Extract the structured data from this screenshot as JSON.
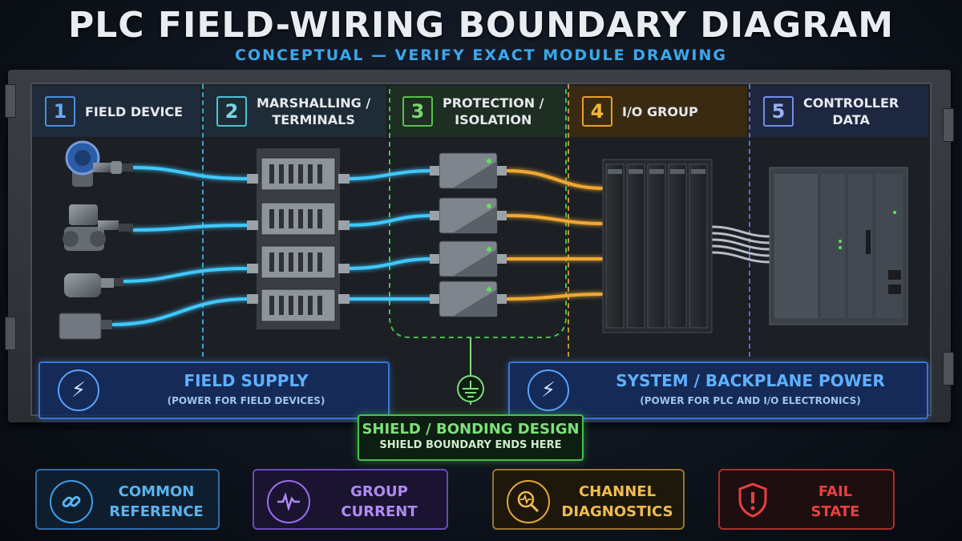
{
  "title": "PLC FIELD-WIRING BOUNDARY DIAGRAM",
  "subtitle": "CONCEPTUAL — VERIFY EXACT MODULE DRAWING",
  "zones": [
    {
      "num": "1",
      "label": "FIELD DEVICE",
      "color": "#4a8fe0"
    },
    {
      "num": "2",
      "label": "MARSHALLING /\nTERMINALS",
      "color": "#4ec0d8"
    },
    {
      "num": "3",
      "label": "PROTECTION /\nISOLATION",
      "color": "#55c04c"
    },
    {
      "num": "4",
      "label": "I/O GROUP",
      "color": "#e8a028"
    },
    {
      "num": "5",
      "label": "CONTROLLER\nDATA",
      "color": "#6e8ee8"
    }
  ],
  "power": {
    "field": {
      "title": "FIELD SUPPLY",
      "sub": "(POWER FOR FIELD DEVICES)"
    },
    "system": {
      "title": "SYSTEM / BACKPLANE POWER",
      "sub": "(POWER FOR PLC AND I/O ELECTRONICS)"
    }
  },
  "shield": {
    "title": "SHIELD / BONDING DESIGN",
    "sub": "SHIELD BOUNDARY ENDS HERE"
  },
  "cards": [
    {
      "label": "COMMON\nREFERENCE",
      "icon": "link-icon",
      "color": "#3aa0e8"
    },
    {
      "label": "GROUP\nCURRENT",
      "icon": "waveform-icon",
      "color": "#9a6ef0"
    },
    {
      "label": "CHANNEL\nDIAGNOSTICS",
      "icon": "magnifier-pulse-icon",
      "color": "#e0a83a"
    },
    {
      "label": "FAIL\nSTATE",
      "icon": "warning-shield-icon",
      "color": "#e84040"
    }
  ],
  "colors": {
    "field_wire": "#41c8ff",
    "io_wire": "#f0a830",
    "shield": "#45c04c",
    "power_blue": "#3b76d6"
  }
}
